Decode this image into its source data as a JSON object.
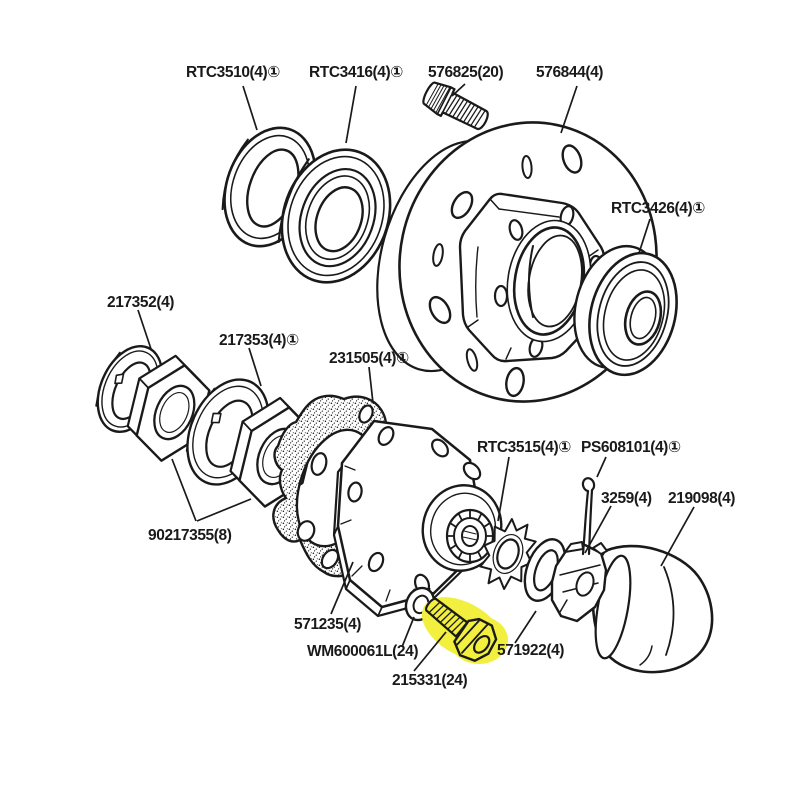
{
  "diagram": {
    "type": "exploded-parts-diagram",
    "subject": "wheel hub assembly",
    "colors": {
      "background": "#ffffff",
      "line": "#1a1a1a",
      "highlight": "#f2ef3e"
    },
    "highlight": {
      "part": "215331(24)",
      "note": "bolt highlighted in yellow"
    },
    "parts": {
      "rtc3510": "RTC3510(4)①",
      "rtc3416": "RTC3416(4)①",
      "s576825": "576825(20)",
      "s576844": "576844(4)",
      "rtc3426": "RTC3426(4)①",
      "p217352": "217352(4)",
      "p217353": "217353(4)①",
      "p231505": "231505(4)①",
      "p90217355": "90217355(8)",
      "rtc3515": "RTC3515(4)①",
      "ps608101": "PS608101(4)①",
      "p3259": "3259(4)",
      "p219098": "219098(4)",
      "p571235": "571235(4)",
      "wm600061l": "WM600061L(24)",
      "p215331": "215331(24)",
      "p571922": "571922(4)"
    }
  }
}
